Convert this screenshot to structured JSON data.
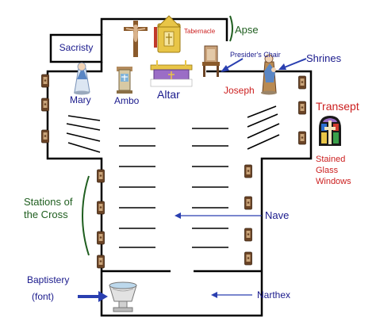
{
  "labels": {
    "sacristy": "Sacristy",
    "apse": "Apse",
    "tabernacle": "Tabernacle",
    "presiders_chair": "Presider's Chair",
    "shrines": "Shrines",
    "mary": "Mary",
    "ambo": "Ambo",
    "altar": "Altar",
    "joseph": "Joseph",
    "transept": "Transept",
    "stained_glass_line1": "Stained",
    "stained_glass_line2": "Glass",
    "stained_glass_line3": "Windows",
    "stations_line1": "Stations of",
    "stations_line2": "the Cross",
    "nave": "Nave",
    "baptistery": "Baptistery",
    "font": "(font)",
    "narthex": "Narthex"
  },
  "colors": {
    "walls": "#000000",
    "blue_label": "#1a1a8c",
    "red_label": "#cc1f1f",
    "green_label": "#1f5e1f",
    "arrow_blue": "#2a3fb0",
    "station_brown": "#6b4426",
    "wood": "#8a5a2b"
  },
  "icons": [
    "crucifix-icon",
    "tabernacle-icon",
    "presiders-chair-icon",
    "mary-statue-icon",
    "ambo-icon",
    "altar-icon",
    "joseph-statue-icon",
    "stained-glass-window-icon",
    "baptismal-font-icon",
    "station-plaque-icon"
  ]
}
